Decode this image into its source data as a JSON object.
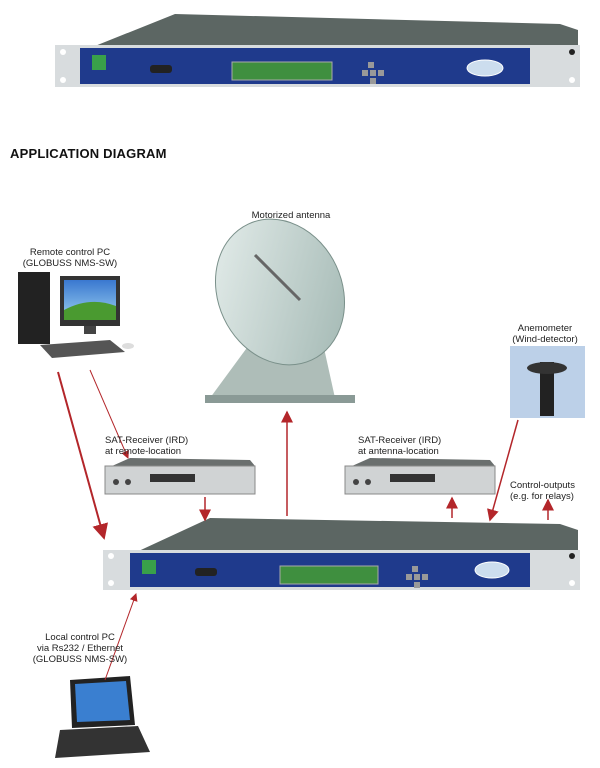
{
  "title": "APPLICATION DIAGRAM",
  "labels": {
    "antenna": "Motorized antenna",
    "remote_pc_1": "Remote control PC",
    "remote_pc_2": "(GLOBUSS NMS-SW)",
    "anemometer_1": "Anemometer",
    "anemometer_2": "(Wind-detector)",
    "sat_remote_1": "SAT-Receiver (IRD)",
    "sat_remote_2": "at remote-location",
    "sat_antenna_1": "SAT-Receiver (IRD)",
    "sat_antenna_2": "at antenna-location",
    "control_1": "Control-outputs",
    "control_2": "(e.g. for relays)",
    "local_pc_1": "Local control PC",
    "local_pc_2": "via Rs232 / Ethernet",
    "local_pc_3": "(GLOBUSS NMS-SW)"
  },
  "colors": {
    "arrow": "#b3262a",
    "panel": "#1f3a8c",
    "lcd": "#3f8f3f",
    "chassis": "#5c6663"
  }
}
